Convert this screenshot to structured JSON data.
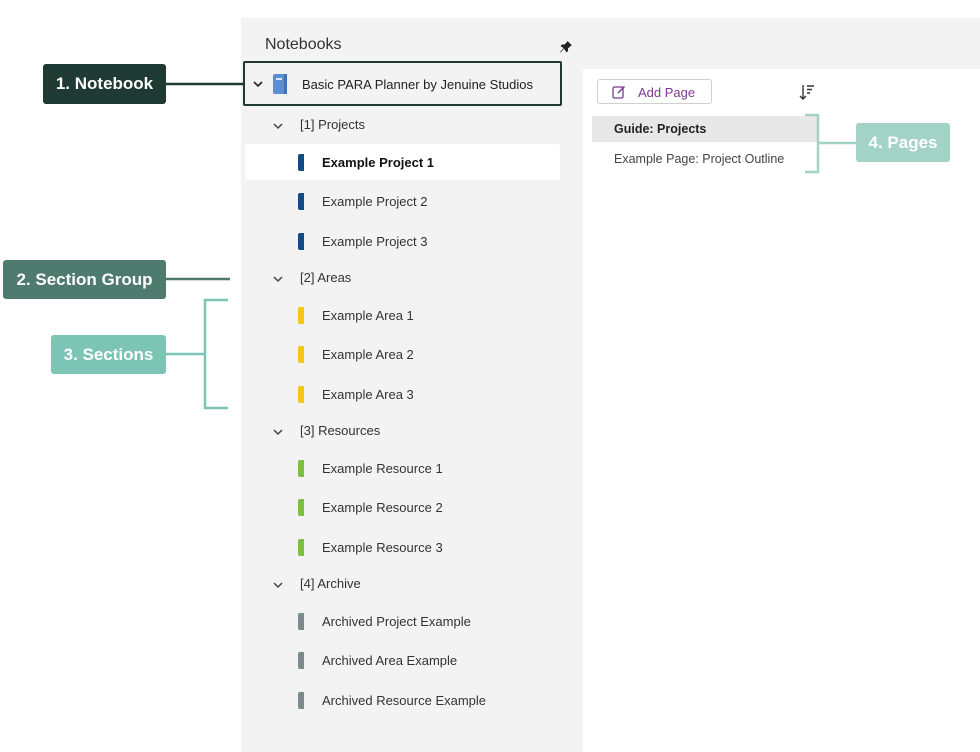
{
  "nav": {
    "title": "Notebooks"
  },
  "notebook": {
    "name": "Basic PARA Planner by Jenuine Studios",
    "icon": "notebook-icon"
  },
  "groups": [
    {
      "label": "[1] Projects",
      "color": "#0f4c81",
      "sections": [
        "Example Project 1",
        "Example Project 2",
        "Example Project 3"
      ]
    },
    {
      "label": "[2] Areas",
      "color": "#f5c518",
      "sections": [
        "Example Area 1",
        "Example Area 2",
        "Example Area 3"
      ]
    },
    {
      "label": "[3] Resources",
      "color": "#7ac143",
      "sections": [
        "Example Resource 1",
        "Example Resource 2",
        "Example Resource 3"
      ]
    },
    {
      "label": "[4] Archive",
      "color": "#7d8a8c",
      "sections": [
        "Archived Project Example",
        "Archived Area Example",
        "Archived Resource Example"
      ]
    }
  ],
  "selected_section": "Example Project 1",
  "pages_panel": {
    "add_page_label": "Add Page",
    "pages": [
      "Guide: Projects",
      "Example Page: Project Outline"
    ],
    "selected_page": "Guide: Projects"
  },
  "callouts": {
    "notebook": "1. Notebook",
    "section_group": "2. Section Group",
    "sections": "3. Sections",
    "pages": "4. Pages"
  },
  "colors": {
    "notebook_callout": "#1e3a32",
    "section_group_callout": "#4f7a6e",
    "sections_callout": "#7cc4b4",
    "pages_callout": "#a3d2c6",
    "accent": "#7a3b8f"
  }
}
